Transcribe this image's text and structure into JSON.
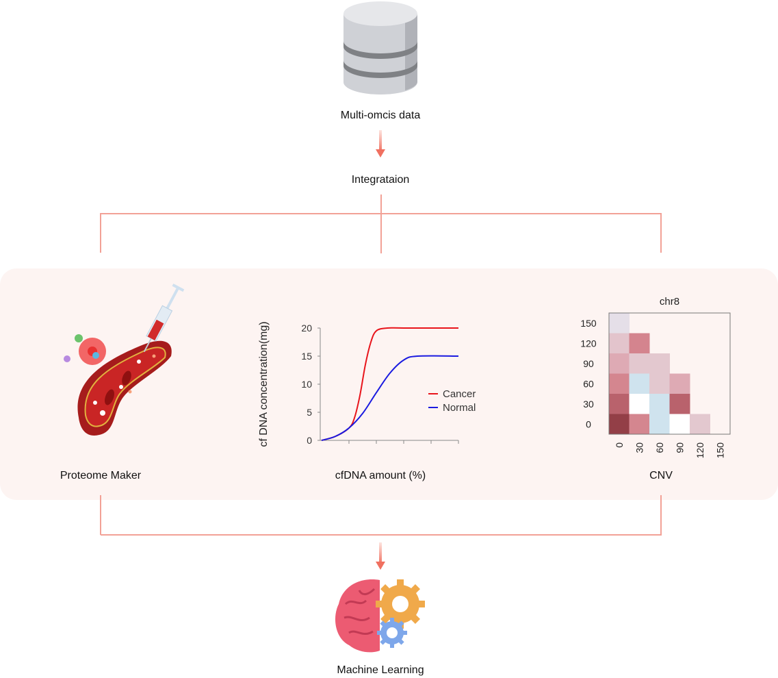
{
  "top": {
    "database_label": "Multi-omcis data",
    "integration_label": "Integrataion"
  },
  "panel": {
    "proteome_label": "Proteome Maker",
    "cfdna_label": "cfDNA amount (%)",
    "cnv_label": "CNV"
  },
  "bottom": {
    "ml_label": "Machine Learning"
  },
  "colors": {
    "connector": "#f2a196",
    "arrow": "#f07060",
    "panel_bg": "#fdf4f2",
    "cancer": "#e8141b",
    "normal": "#1a1ae0"
  },
  "chart_data": [
    {
      "type": "line",
      "title": "",
      "xlabel": "cfDNA amount (%)",
      "ylabel": "cf DNA concentration(mg)",
      "ylim": [
        0,
        20
      ],
      "yticks": [
        "0",
        "5",
        "10",
        "15",
        "20"
      ],
      "xticks_count": 5,
      "legend_position": "right",
      "series": [
        {
          "name": "Cancer",
          "color": "#e8141b",
          "x": [
            0,
            0.5,
            1.0,
            1.2,
            1.4,
            1.6,
            1.8,
            2.0,
            2.4,
            3.0,
            5.0
          ],
          "y": [
            0,
            0.7,
            2.2,
            4.0,
            8.0,
            13.5,
            17.5,
            19.5,
            20,
            20,
            20
          ]
        },
        {
          "name": "Normal",
          "color": "#1a1ae0",
          "x": [
            0,
            0.5,
            1.0,
            1.5,
            2.0,
            2.5,
            3.0,
            3.5,
            5.0
          ],
          "y": [
            0,
            0.7,
            2.2,
            4.8,
            8.5,
            12.0,
            14.3,
            15,
            15
          ]
        }
      ]
    },
    {
      "type": "heatmap",
      "title": "chr8",
      "xlabel": "CNV",
      "x_categories": [
        "0",
        "30",
        "60",
        "90",
        "120",
        "150"
      ],
      "y_categories": [
        "150",
        "120",
        "90",
        "60",
        "30",
        "0"
      ],
      "cells_by_row_top_to_bottom": [
        [
          "#e5dfe8",
          null,
          null,
          null,
          null,
          null
        ],
        [
          "#e3c4cc",
          "#d4848e",
          null,
          null,
          null,
          null
        ],
        [
          "#deaab4",
          "#e3c8cf",
          "#e3c8cf",
          null,
          null,
          null
        ],
        [
          "#d4868f",
          "#cfe3ee",
          "#e3c8cf",
          "#deaab4",
          null,
          null
        ],
        [
          "#b9626c",
          "#ffffff",
          "#cfe3ee",
          "#b9626c",
          null,
          null
        ],
        [
          "#933f47",
          "#d4868f",
          "#cfe3ee",
          "#ffffff",
          "#e3c8cf",
          null
        ]
      ]
    }
  ]
}
